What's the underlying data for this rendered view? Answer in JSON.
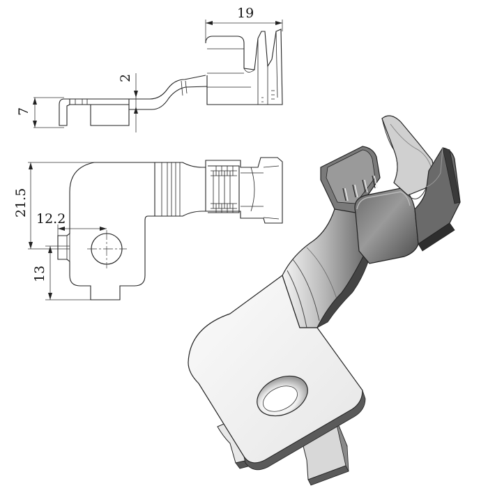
{
  "dimensions": {
    "overall_length": "19",
    "material_thickness": "2",
    "side_height": "7",
    "tab_length": "21.5",
    "hole_offset": "12.2",
    "tab_height": "13"
  },
  "colors": {
    "line": "#222222",
    "metal_light": "#f4f4f4",
    "metal_mid": "#c9c9c9",
    "metal_dark": "#555555",
    "background": "#ffffff"
  }
}
